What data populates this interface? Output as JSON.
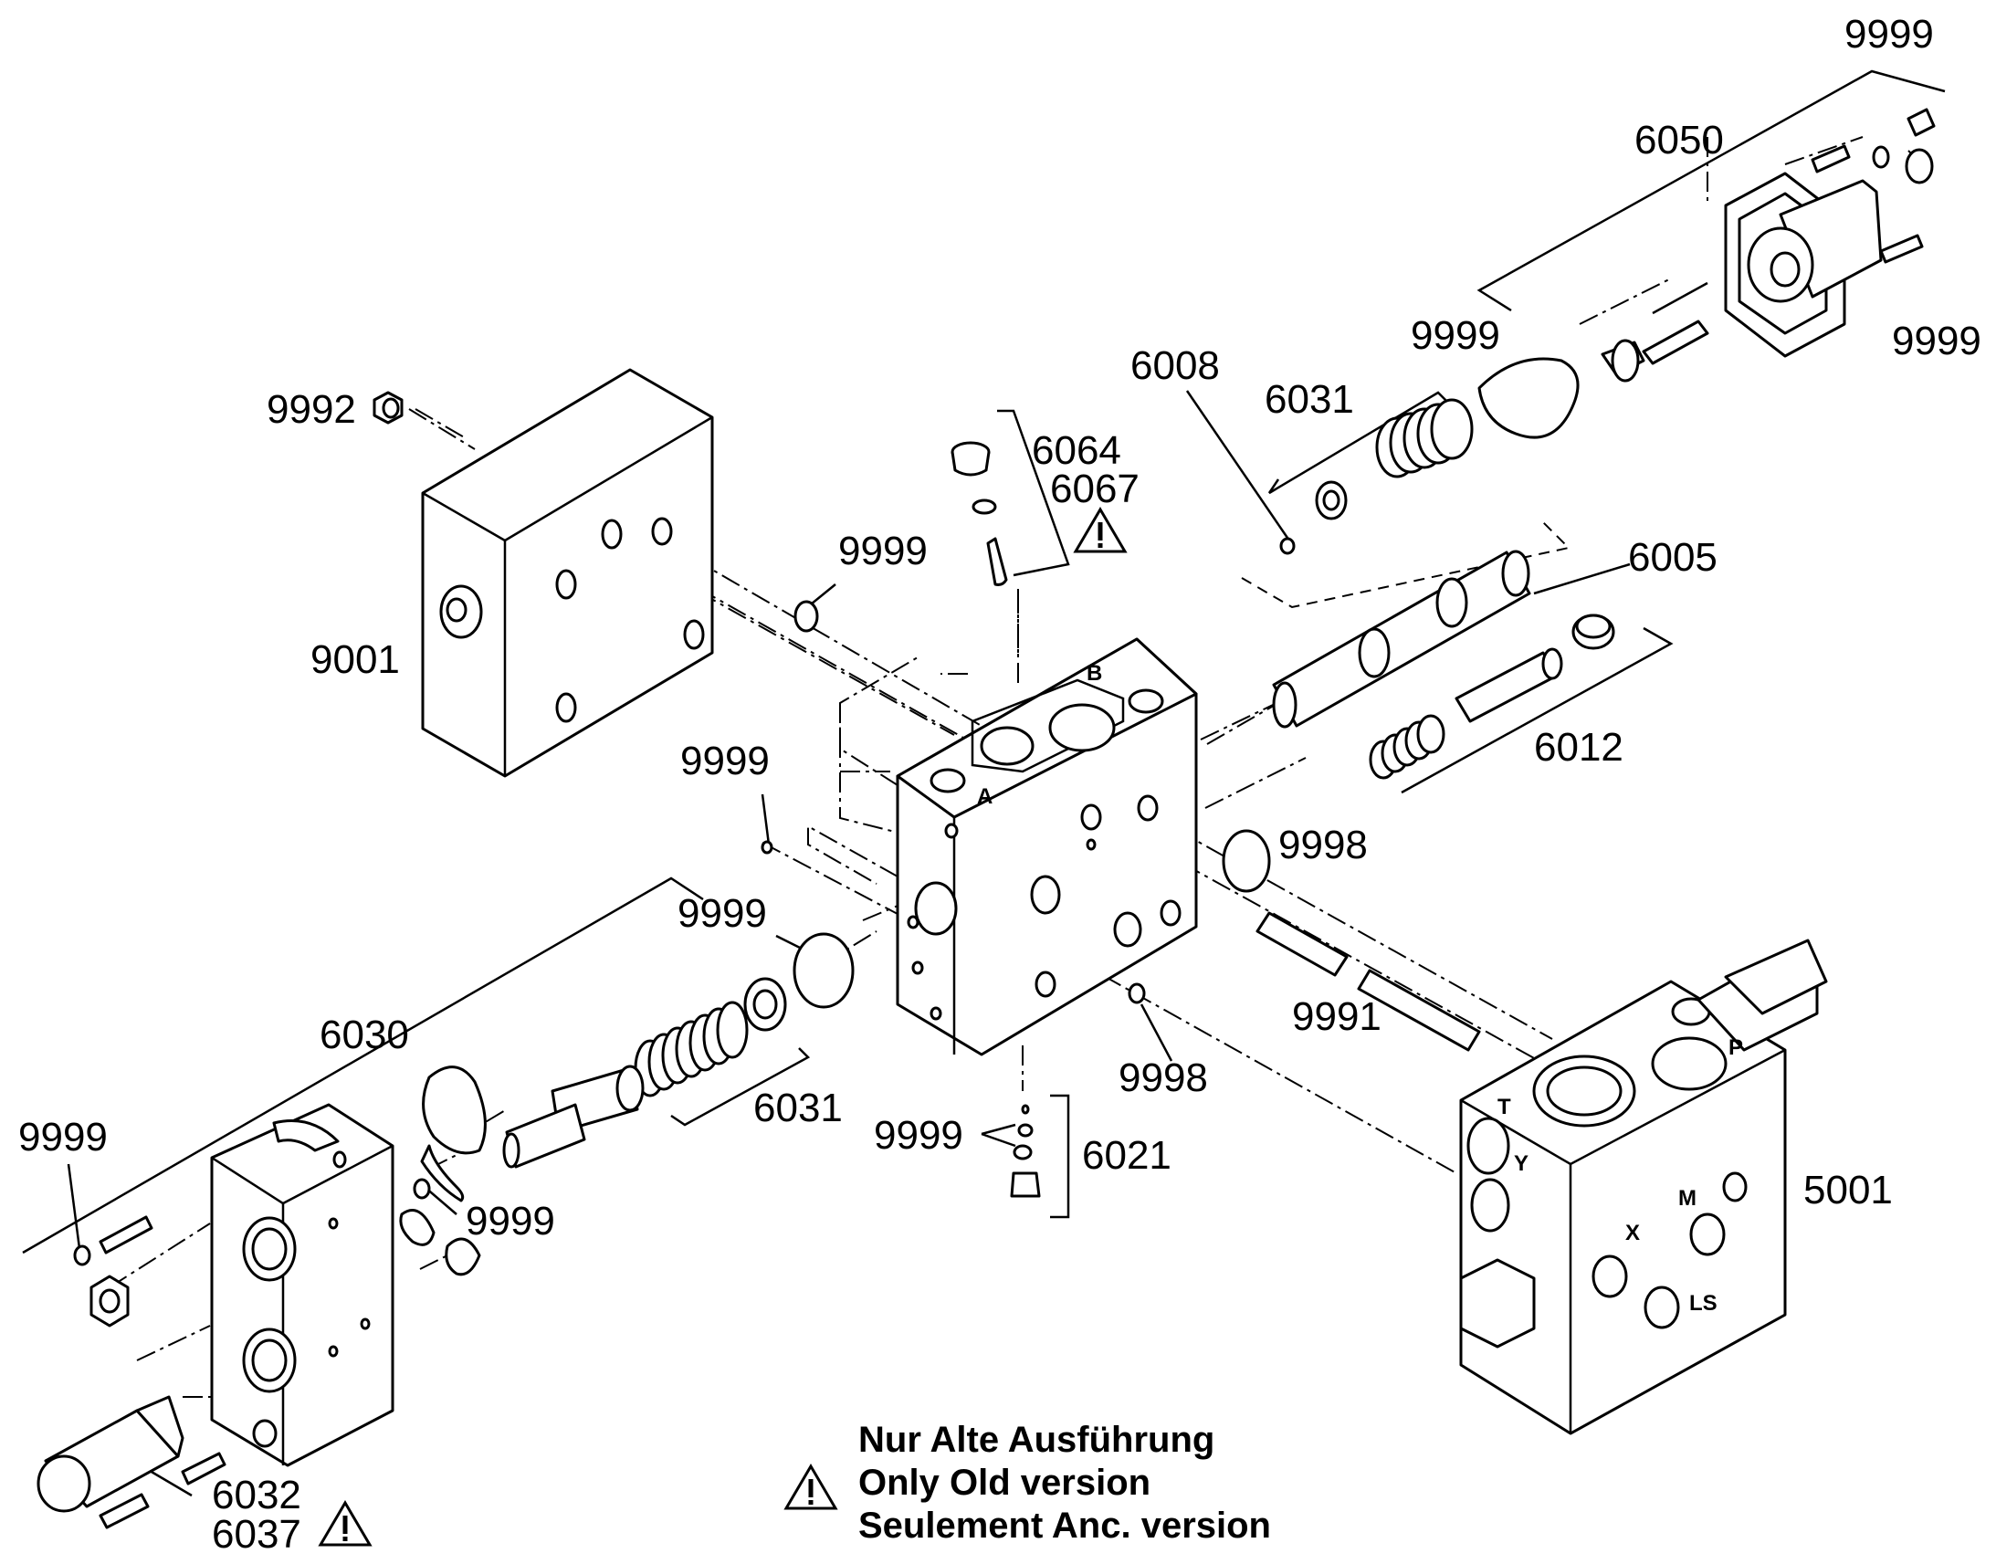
{
  "callouts": {
    "c9999_tr": "9999",
    "c6050": "6050",
    "c9999_r": "9999",
    "c9999_spring": "9999",
    "c6008": "6008",
    "c6031_top": "6031",
    "c9992": "9992",
    "c6064": "6064",
    "c6067": "6067",
    "c9999_oring": "9999",
    "c6005": "6005",
    "c9001": "9001",
    "c6012": "6012",
    "c9999_mid": "9999",
    "c9998_top": "9998",
    "c9999_left": "9999",
    "c9991": "9991",
    "c6030": "6030",
    "c9998_bot": "9998",
    "c6031_bot": "6031",
    "c9999_6021": "9999",
    "c6021": "6021",
    "c9999_far_left": "9999",
    "c9999_gaskets": "9999",
    "c5001": "5001",
    "c6032": "6032",
    "c6037": "6037"
  },
  "ports": {
    "a": "A",
    "b": "B",
    "t": "T",
    "p": "P",
    "y": "Y",
    "x": "X",
    "m": "M",
    "ls": "LS"
  },
  "note": {
    "line_de": "Nur Alte Ausführung",
    "line_en": "Only Old version",
    "line_fr": "Seulement Anc. version"
  },
  "icons": [
    "warning-triangle-icon"
  ]
}
